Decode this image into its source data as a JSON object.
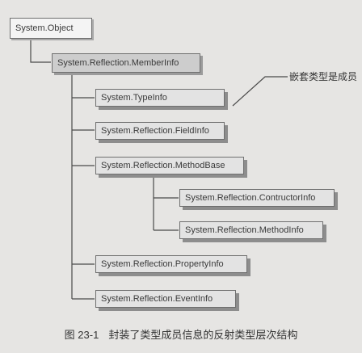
{
  "diagram": {
    "nodes": {
      "object": "System.Object",
      "member_info": "System.Reflection.MemberInfo",
      "type_info": "System.TypeInfo",
      "field_info": "System.Reflection.FieldInfo",
      "method_base": "System.Reflection.MethodBase",
      "constructor_info": "System.Reflection.ContructorInfo",
      "method_info": "System.Reflection.MethodInfo",
      "property_info": "System.Reflection.PropertyInfo",
      "event_info": "System.Reflection.EventInfo"
    },
    "callout": "嵌套类型是成员",
    "caption_number": "图 23-1",
    "caption_text": "封装了类型成员信息的反射类型层次结构"
  }
}
